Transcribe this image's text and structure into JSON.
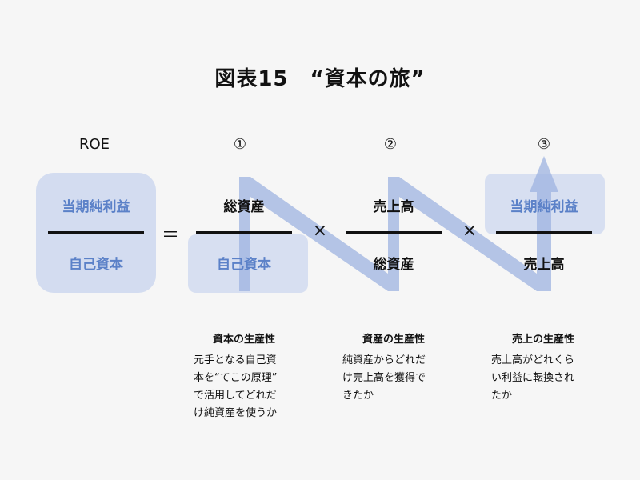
{
  "title": "図表15　“資本の旅”",
  "columns": {
    "roe": "ROE",
    "c1": "①",
    "c2": "②",
    "c3": "③"
  },
  "roe": {
    "numerator": "当期純利益",
    "denominator": "自己資本"
  },
  "f1": {
    "numerator": "総資産",
    "denominator": "自己資本"
  },
  "f2": {
    "numerator": "売上高",
    "denominator": "総資産"
  },
  "f3": {
    "numerator": "当期純利益",
    "denominator": "売上高"
  },
  "ops": {
    "equals": "＝",
    "times1": "×",
    "times2": "×"
  },
  "notes": [
    {
      "label": "資本の生産性",
      "desc": "元手となる自己資\n本を“てこの原理”\nで活用してどれだ\nけ純資産を使うか"
    },
    {
      "label": "資産の生産性",
      "desc": "純資産からどれだ\nけ売上高を獲得で\nきたか"
    },
    {
      "label": "売上の生産性",
      "desc": "売上高がどれくら\nい利益に転換され\nたか"
    }
  ],
  "colors": {
    "box": "#d3dcf0",
    "flow": "#9db3e0",
    "accent_text": "#5b81c8"
  }
}
